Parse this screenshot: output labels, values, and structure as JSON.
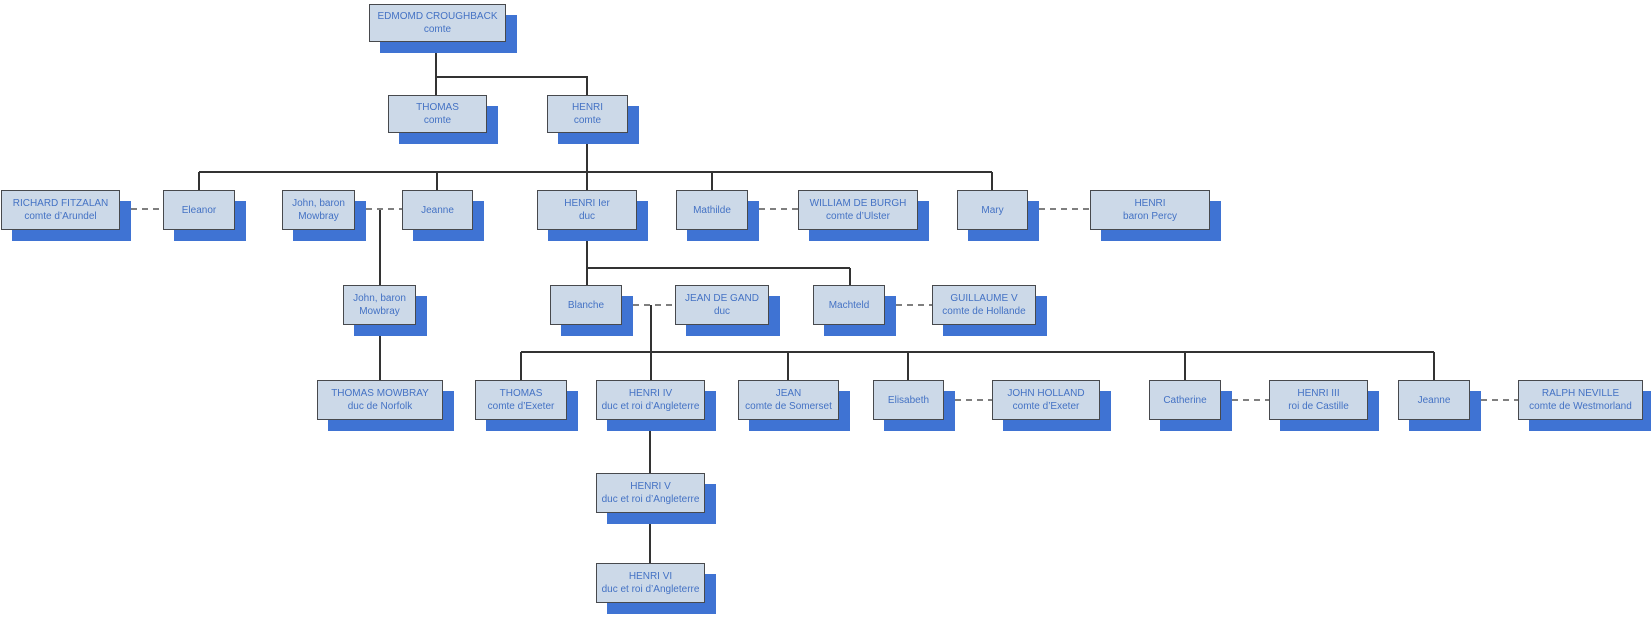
{
  "nodes": {
    "edmond": {
      "line1": "EDMOMD CROUGHBACK",
      "line2": "comte"
    },
    "thomas-comte": {
      "line1": "THOMAS",
      "line2": "comte"
    },
    "henri-comte": {
      "line1": "HENRI",
      "line2": "comte"
    },
    "richard-fitzalan": {
      "line1": "RICHARD FITZALAN",
      "line2": "comte d’Arundel"
    },
    "eleanor": {
      "line1": "Eleanor",
      "line2": ""
    },
    "john-mowbray-sr": {
      "line1": "John, baron",
      "line2": "Mowbray"
    },
    "jeanne-mowbray": {
      "line1": "Jeanne",
      "line2": ""
    },
    "henri-1er": {
      "line1": "HENRI Ier",
      "line2": "duc"
    },
    "mathilde": {
      "line1": "Mathilde",
      "line2": ""
    },
    "william-de-burgh": {
      "line1": "WILLIAM DE BURGH",
      "line2": "comte d’Ulster"
    },
    "mary": {
      "line1": "Mary",
      "line2": ""
    },
    "henri-percy": {
      "line1": "HENRI",
      "line2": "baron Percy"
    },
    "john-mowbray-jr": {
      "line1": "John, baron",
      "line2": "Mowbray"
    },
    "blanche": {
      "line1": "Blanche",
      "line2": ""
    },
    "jean-de-gand": {
      "line1": "JEAN DE GAND",
      "line2": "duc"
    },
    "machteld": {
      "line1": "Machteld",
      "line2": ""
    },
    "guillaume-v": {
      "line1": "GUILLAUME V",
      "line2": "comte de Hollande"
    },
    "thomas-mowbray": {
      "line1": "THOMAS MOWBRAY",
      "line2": "duc de Norfolk"
    },
    "thomas-exeter": {
      "line1": "THOMAS",
      "line2": "comte d’Exeter"
    },
    "henri-iv": {
      "line1": "HENRI IV",
      "line2": "duc et roi d’Angleterre"
    },
    "jean-somerset": {
      "line1": "JEAN",
      "line2": "comte de Somerset"
    },
    "elisabeth": {
      "line1": "Elisabeth",
      "line2": ""
    },
    "john-holland": {
      "line1": "JOHN HOLLAND",
      "line2": "comte d’Exeter"
    },
    "catherine": {
      "line1": "Catherine",
      "line2": ""
    },
    "henri-iii": {
      "line1": "HENRI III",
      "line2": "roi de Castille"
    },
    "jeanne-neville": {
      "line1": "Jeanne",
      "line2": ""
    },
    "ralph-neville": {
      "line1": "RALPH NEVILLE",
      "line2": "comte de Westmorland"
    },
    "henri-v": {
      "line1": "HENRI V",
      "line2": "duc et roi d’Angleterre"
    },
    "henri-vi": {
      "line1": "HENRI VI",
      "line2": "duc et roi d’Angleterre"
    }
  },
  "edges": {
    "marriages": [
      [
        "richard-fitzalan",
        "eleanor"
      ],
      [
        "john-mowbray-sr",
        "jeanne-mowbray"
      ],
      [
        "mathilde",
        "william-de-burgh"
      ],
      [
        "mary",
        "henri-percy"
      ],
      [
        "blanche",
        "jean-de-gand"
      ],
      [
        "machteld",
        "guillaume-v"
      ],
      [
        "elisabeth",
        "john-holland"
      ],
      [
        "catherine",
        "henri-iii"
      ],
      [
        "jeanne-neville",
        "ralph-neville"
      ]
    ],
    "descent": [
      {
        "parents": [
          "edmond"
        ],
        "children": [
          "thomas-comte",
          "henri-comte"
        ]
      },
      {
        "parents": [
          "henri-comte"
        ],
        "children": [
          "eleanor",
          "jeanne-mowbray",
          "henri-1er",
          "mathilde",
          "mary"
        ]
      },
      {
        "parents": [
          "john-mowbray-sr",
          "jeanne-mowbray"
        ],
        "children": [
          "john-mowbray-jr"
        ]
      },
      {
        "parents": [
          "henri-1er"
        ],
        "children": [
          "blanche",
          "machteld"
        ]
      },
      {
        "parents": [
          "john-mowbray-jr"
        ],
        "children": [
          "thomas-mowbray"
        ]
      },
      {
        "parents": [
          "blanche",
          "jean-de-gand"
        ],
        "children": [
          "thomas-exeter",
          "henri-iv",
          "jean-somerset",
          "elisabeth",
          "catherine",
          "jeanne-neville"
        ]
      },
      {
        "parents": [
          "henri-iv"
        ],
        "children": [
          "henri-v"
        ]
      },
      {
        "parents": [
          "henri-v"
        ],
        "children": [
          "henri-vi"
        ]
      }
    ]
  },
  "colors": {
    "background": "#ffffff",
    "node_fill": "#ccd9e8",
    "node_border": "#47494d",
    "node_shadow": "#3f73d3",
    "node_text": "#4472c4",
    "solid_line": "#333333",
    "dashed_line": "#7f7f7f"
  }
}
